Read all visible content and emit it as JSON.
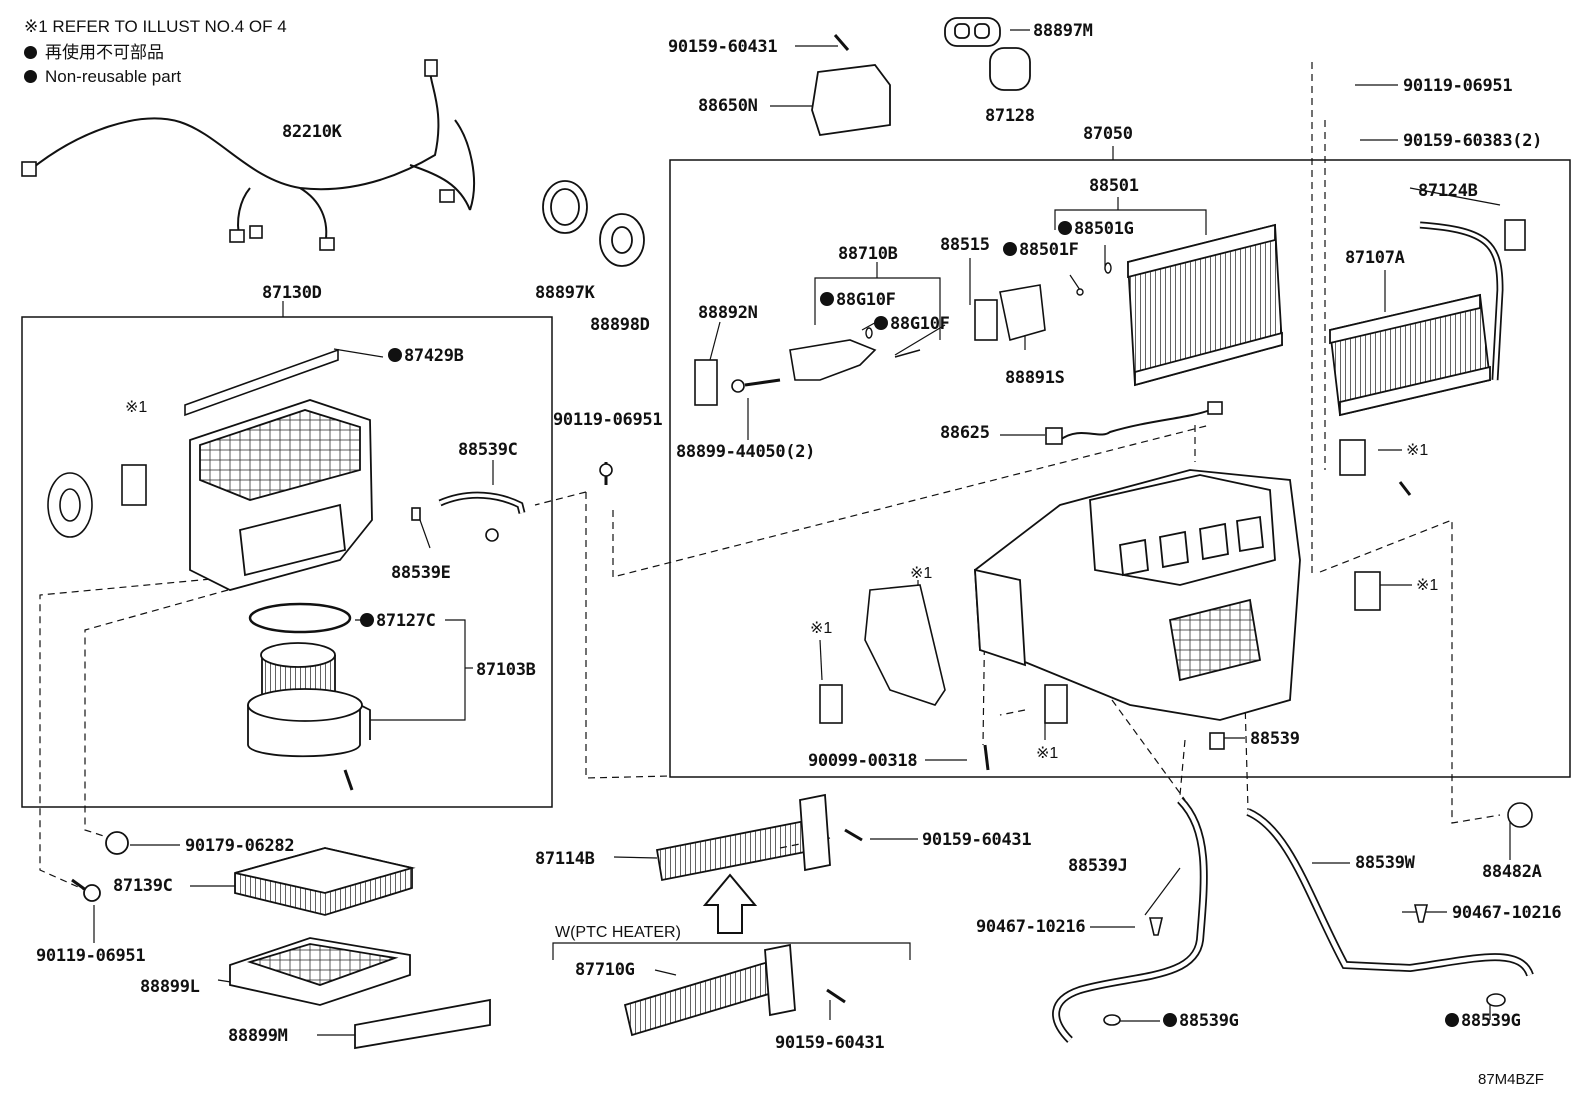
{
  "notes": {
    "refer": "※1 REFER TO ILLUST NO.4 OF 4",
    "nonreusable_jp": "再使用不可部品",
    "nonreusable_en": "Non-reusable part"
  },
  "mark": "※1",
  "ptc_heater_group": "W(PTC HEATER)",
  "illustration_code": "87M4BZF",
  "labels": {
    "p82210K": "82210K",
    "p87130D": "87130D",
    "p87429B": "87429B",
    "p88539C": "88539C",
    "p88539E": "88539E",
    "p87127C": "87127C",
    "p87103B": "87103B",
    "p90179_06282": "90179-06282",
    "p87139C": "87139C",
    "p90119_06951_a": "90119-06951",
    "p88899L": "88899L",
    "p88899M": "88899M",
    "p90159_60431_a": "90159-60431",
    "p88650N": "88650N",
    "p88897M": "88897M",
    "p87128": "87128",
    "p88897K": "88897K",
    "p88898D": "88898D",
    "p90119_06951_b": "90119-06951",
    "p87050": "87050",
    "p88501": "88501",
    "p88501G": "88501G",
    "p88501F": "88501F",
    "p88515": "88515",
    "p88710B": "88710B",
    "p88G10F_a": "88G10F",
    "p88G10F_b": "88G10F",
    "p88892N": "88892N",
    "p88899_44050": "88899-44050(2)",
    "p88891S": "88891S",
    "p88625": "88625",
    "p90119_06951_c": "90119-06951",
    "p90159_60383": "90159-60383(2)",
    "p87124B": "87124B",
    "p87107A": "87107A",
    "p90099_00318": "90099-00318",
    "p88539": "88539",
    "p87114B": "87114B",
    "p90159_60431_b": "90159-60431",
    "p87710G": "87710G",
    "p90159_60431_c": "90159-60431",
    "p88539J": "88539J",
    "p90467_10216_a": "90467-10216",
    "p88539G_a": "88539G",
    "p88539W": "88539W",
    "p88482A": "88482A",
    "p90467_10216_b": "90467-10216",
    "p88539G_b": "88539G"
  }
}
